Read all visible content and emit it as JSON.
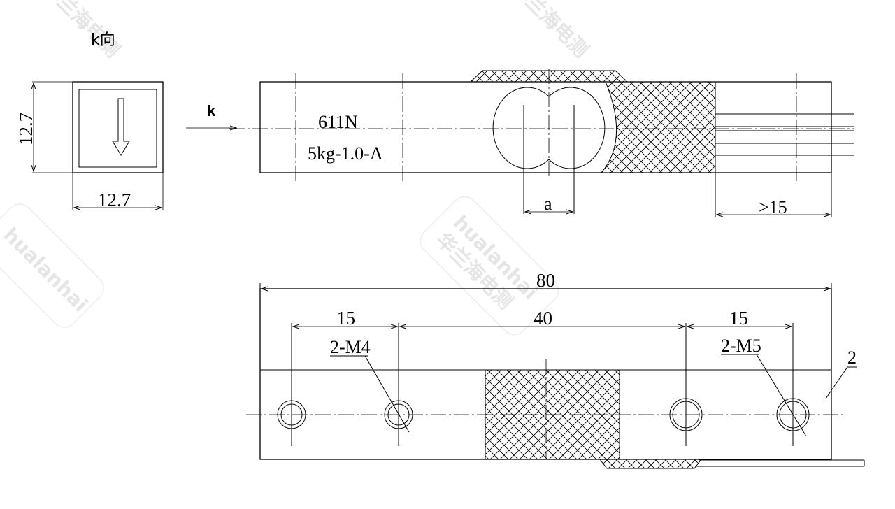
{
  "view_label": "k向",
  "arrow_label": "k",
  "watermark": {
    "brand_cn": "华兰海电测",
    "brand_en": "hualanhai"
  },
  "front_view": {
    "model_code": "611N",
    "spec_code": "5kg-1.0-A",
    "dim_hole_spacing": "a",
    "dim_cable_min": ">15"
  },
  "end_view": {
    "dim_height": "12.7",
    "dim_width": "12.7"
  },
  "bottom_view": {
    "dim_total": "80",
    "dim_left": "15",
    "dim_center": "40",
    "dim_right": "15",
    "left_holes": "2-M4",
    "right_holes": "2-M5",
    "thickness_label": "2"
  }
}
